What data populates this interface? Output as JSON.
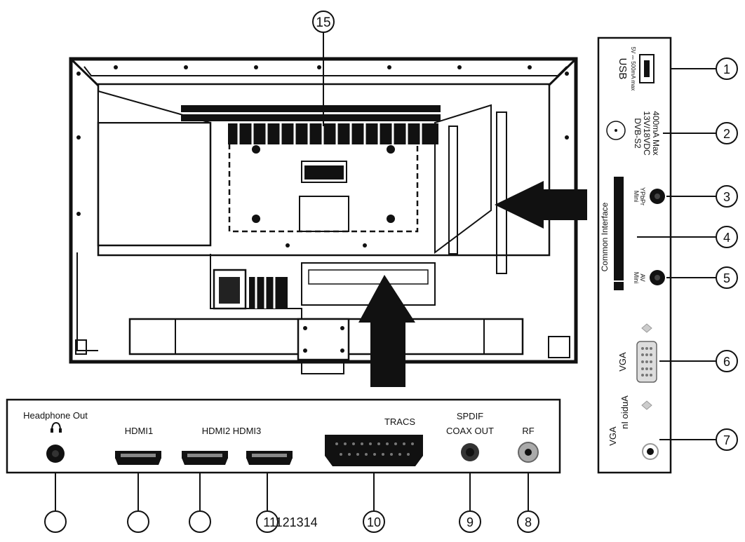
{
  "callouts": {
    "top": "15",
    "right": [
      "1",
      "2",
      "3",
      "4",
      "5",
      "6",
      "7"
    ],
    "bottom_numbered": [
      "10",
      "9",
      "8"
    ],
    "bottom_joined": "11121314"
  },
  "side_panel": {
    "usb": "USB",
    "usb_rating": "5V ⎓ 500mA max",
    "dvb_line1": "DVB-S2",
    "dvb_line2": "13V/18VDC",
    "dvb_line3": "400mA Max",
    "common_interface": "Common Interface",
    "mini_ypbpr_1": "Mini",
    "mini_ypbpr_2": "YPbPr",
    "mini_av_1": "Mini",
    "mini_av_2": "AV",
    "vga": "VGA",
    "audio_in_mirrored": "nI oiduA",
    "vga_bottom": "VGA"
  },
  "bottom_panel": {
    "headphone": "Headphone Out",
    "hdmi1": "HDMI1",
    "hdmi23": "HDMI2 HDMI3",
    "scart": "TRACS",
    "spdif_1": "SPDIF",
    "spdif_2": "COAX OUT",
    "rf": "RF"
  }
}
